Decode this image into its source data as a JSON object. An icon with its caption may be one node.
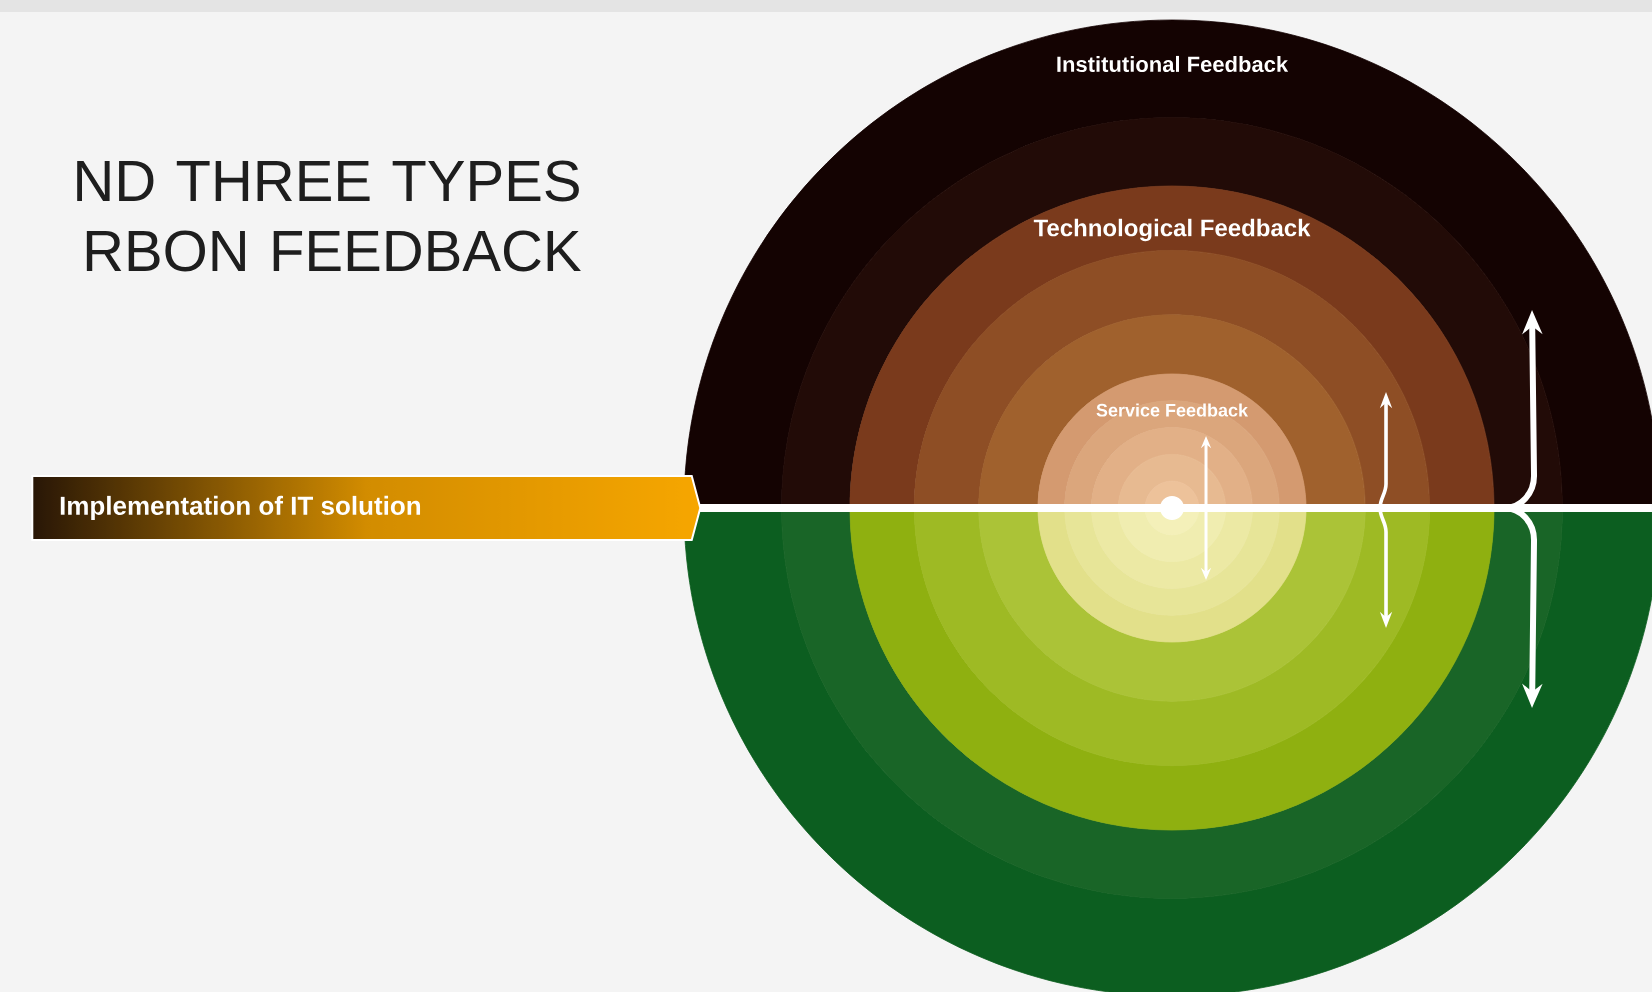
{
  "diagram": {
    "title": "ND THREE TYPES RBON FEEDBACK",
    "nodes": [
      {
        "text": [
          "Implementation of IT solution"
        ]
      },
      {
        "text": [
          "Institutional Feedback"
        ]
      },
      {
        "text": [
          "Technological Feedback"
        ],
        "in": 1
      },
      {
        "text": [
          "Service Feedback"
        ],
        "in": 2
      }
    ]
  }
}
